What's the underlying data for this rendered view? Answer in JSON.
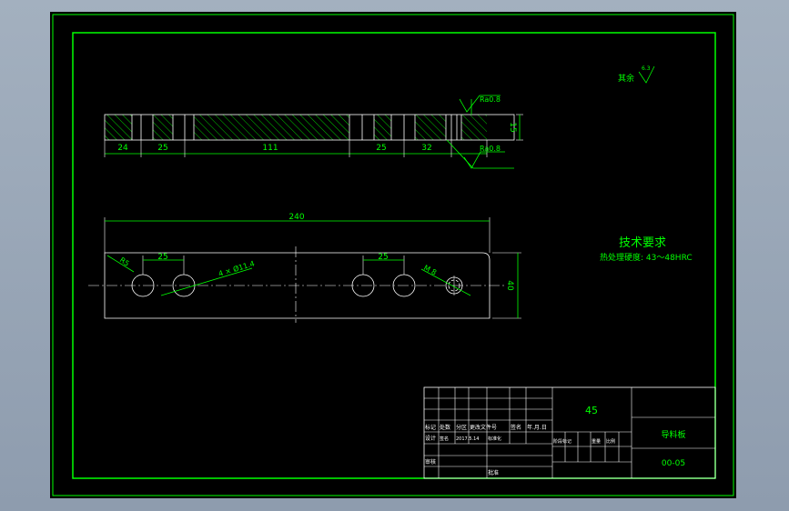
{
  "dims": {
    "top": [
      "24",
      "25",
      "111",
      "25",
      "32"
    ],
    "thickness": "15",
    "length": "240",
    "width": "40",
    "pitch_left": "25",
    "pitch_right": "25",
    "corner_r": "R5",
    "holes": "4 × Ø11.4",
    "thread": "M 8"
  },
  "roughness": {
    "top": "Ra0.8",
    "bottom": "Ra0.8",
    "other_label": "其余",
    "other_value": "6.3"
  },
  "tech": {
    "heading": "技术要求",
    "line1": "热处理硬度: 43～48HRC"
  },
  "title_block": {
    "material": "45",
    "name": "导料板",
    "code": "00-05",
    "row_headers": [
      "标记",
      "处数",
      "分区",
      "更改文件号",
      "签名",
      "年.月.日"
    ],
    "design_row": [
      "设计",
      "签名",
      "2017.5.14",
      "标准化"
    ],
    "stage_row": [
      "阶段标记",
      "重量",
      "比例"
    ],
    "audit": "审核",
    "approve": "批准"
  }
}
